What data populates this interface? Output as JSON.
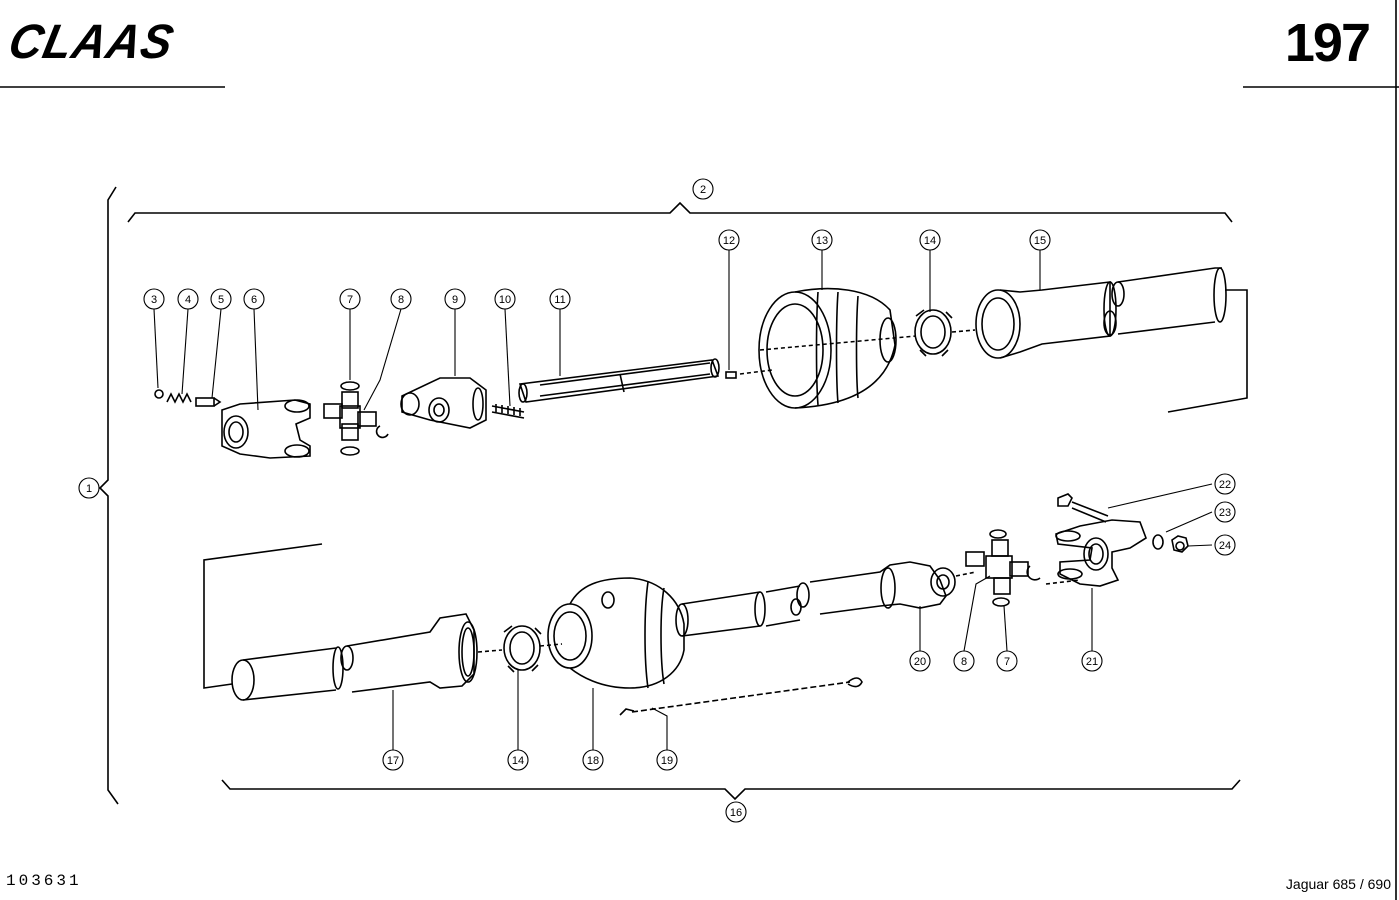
{
  "header": {
    "brand": "CLAAS",
    "page_number": "197"
  },
  "footer": {
    "document_number": "103631",
    "model": "Jaguar 685 / 690"
  },
  "diagram": {
    "callouts": [
      "1",
      "2",
      "3",
      "4",
      "5",
      "6",
      "7",
      "8",
      "9",
      "10",
      "11",
      "12",
      "13",
      "14",
      "15",
      "16",
      "17",
      "14",
      "18",
      "19",
      "20",
      "8",
      "7",
      "21",
      "22",
      "23",
      "24"
    ]
  }
}
